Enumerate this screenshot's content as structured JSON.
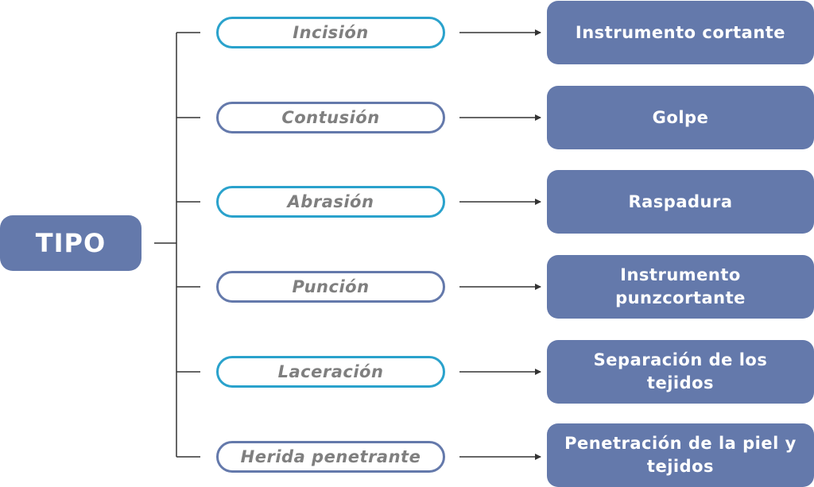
{
  "root": {
    "label": "TIPO"
  },
  "branches": [
    {
      "type": "Incisión",
      "description": "Instrumento cortante",
      "outline": "#2aa2cc"
    },
    {
      "type": "Contusión",
      "description": "Golpe",
      "outline": "#6479ab"
    },
    {
      "type": "Abrasión",
      "description": "Raspadura",
      "outline": "#2aa2cc"
    },
    {
      "type": "Punción",
      "description": "Instrumento punzcortante",
      "outline": "#6479ab"
    },
    {
      "type": "Laceración",
      "description": "Separación de los tejidos",
      "outline": "#2aa2cc"
    },
    {
      "type": "Herida penetrante",
      "description": "Penetración de la piel y tejidos",
      "outline": "#6479ab"
    }
  ],
  "colors": {
    "box_fill": "#6479ab",
    "pill_text": "#7f7f7f",
    "connector": "#333333"
  }
}
